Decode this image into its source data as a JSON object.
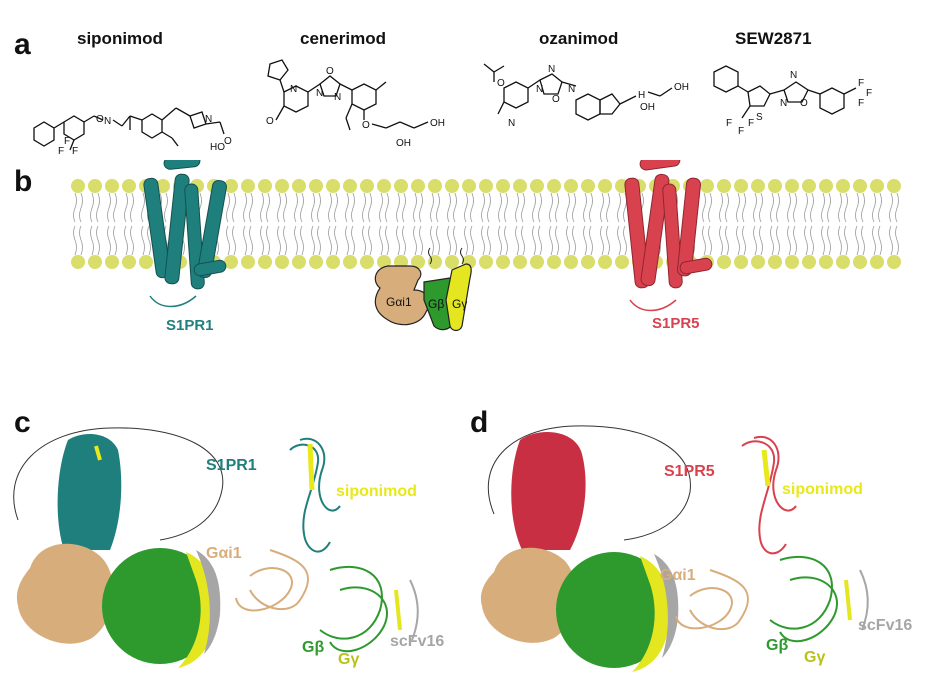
{
  "panels": {
    "a": "a",
    "b": "b",
    "c": "c",
    "d": "d"
  },
  "panel_a": {
    "compounds": [
      {
        "name": "siponimod",
        "atoms": [
          "F",
          "F",
          "F",
          "O",
          "N",
          "N",
          "O",
          "HO"
        ]
      },
      {
        "name": "cenerimod",
        "atoms": [
          "N",
          "O",
          "N",
          "N",
          "O",
          "O",
          "OH",
          "OH"
        ]
      },
      {
        "name": "ozanimod",
        "atoms": [
          "O",
          "N",
          "O",
          "N",
          "N",
          "N",
          "H",
          "OH"
        ]
      },
      {
        "name": "SEW2871",
        "atoms": [
          "S",
          "F",
          "F",
          "F",
          "N",
          "O",
          "N",
          "F",
          "F",
          "F"
        ]
      }
    ]
  },
  "panel_b": {
    "receptor_left": "S1PR1",
    "receptor_right": "S1PR5",
    "g_alpha": "Gαi1",
    "g_beta": "Gβ",
    "g_gamma": "Gγ"
  },
  "panel_c": {
    "receptor": "S1PR1",
    "ligand": "siponimod",
    "g_alpha": "Gαi1",
    "g_beta": "Gβ",
    "g_gamma": "Gγ",
    "scfv": "scFv16"
  },
  "panel_d": {
    "receptor": "S1PR5",
    "ligand": "siponimod",
    "g_alpha": "Gαi1",
    "g_beta": "Gβ",
    "g_gamma": "Gγ",
    "scfv": "scFv16"
  },
  "colors": {
    "s1pr1": "#1f7f7d",
    "s1pr5": "#d8424e",
    "g_alpha": "#d8ad7c",
    "g_beta": "#2e9a2e",
    "g_gamma": "#e4e620",
    "scfv": "#a6a6a6",
    "lipid_head": "#d9dd6a",
    "ligand": "#e8e81a"
  }
}
